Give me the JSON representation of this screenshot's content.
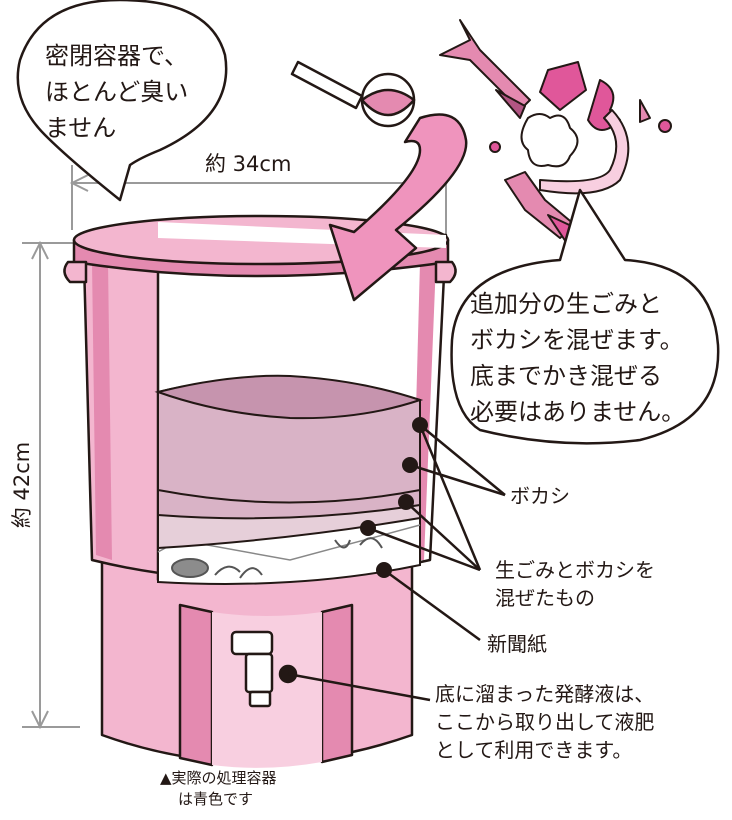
{
  "bubble_left": {
    "lines": [
      "密閉容器で、",
      "ほとんど臭い",
      "ません"
    ]
  },
  "bubble_right": {
    "lines": [
      "追加分の生ごみと",
      "ボカシを混ぜます。",
      "底までかき混ぜる",
      "必要はありません。"
    ]
  },
  "dimensions": {
    "width": "約 34cm",
    "height": "約 42cm"
  },
  "labels": {
    "bokashi": "ボカシ",
    "mixed": [
      "生ごみとボカシを",
      "混ぜたもの"
    ],
    "newspaper": "新聞紙",
    "fermentation": [
      "底に溜まった発酵液は、",
      "ここから取り出して液肥",
      "として利用できます。"
    ]
  },
  "note": {
    "lines": [
      "▲実際の処理容器",
      "は青色です"
    ]
  },
  "colors": {
    "container_pink": "#f3b6cf",
    "container_dark": "#e48ab0",
    "outline": "#231815",
    "bokashi_layer": "#d9b3c6",
    "scrap_magenta": "#e0579a",
    "dimension_gray": "#9a9a9a"
  }
}
